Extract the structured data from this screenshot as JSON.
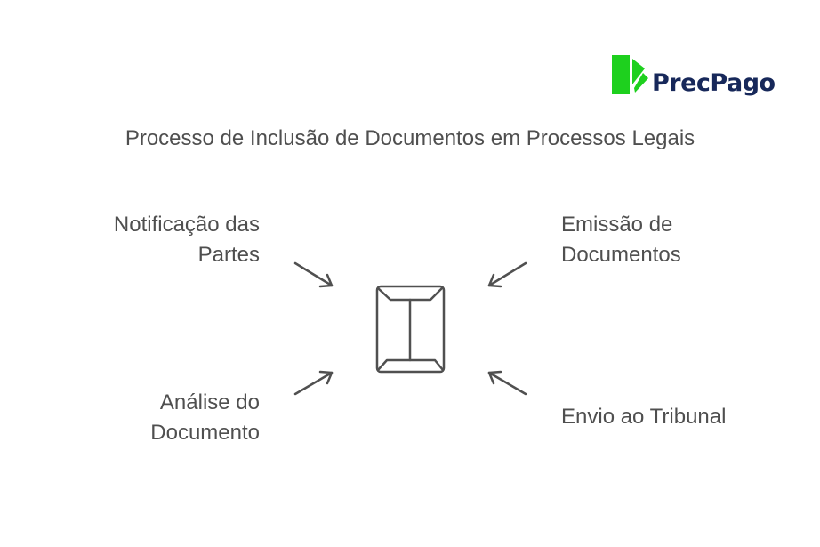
{
  "brand": {
    "name": "PrecPago",
    "green": "#1ed01e",
    "navy": "#17285a"
  },
  "title": "Processo de Inclusão de Documentos em Processos Legais",
  "steps": {
    "top_left": [
      "Notificação das",
      "Partes"
    ],
    "top_right": [
      "Emissão de",
      "Documentos"
    ],
    "bottom_left": [
      "Análise do",
      "Documento"
    ],
    "bottom_right": [
      "Envio ao Tribunal"
    ]
  },
  "icon": "envelope-icon"
}
